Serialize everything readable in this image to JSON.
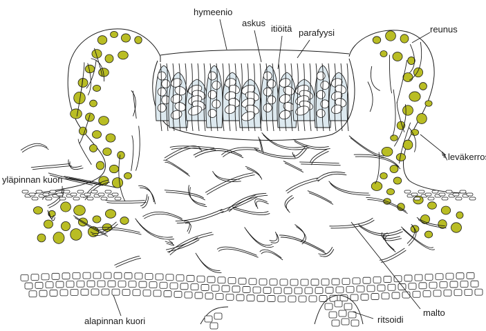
{
  "labels": {
    "hymeenio": "hymeenio",
    "askus": "askus",
    "itioita": "itiöitä",
    "parafyysi": "parafyysi",
    "reunus": "reunus",
    "levakerros": "leväkerros",
    "ylapinnan_kuori": "yläpinnan kuori",
    "alapinnan_kuori": "alapinnan kuori",
    "malto": "malto",
    "ritsoidi": "ritsoidi"
  },
  "colors": {
    "algae": "#b9bd24",
    "algae_stroke": "#1a1a1a",
    "ascus_fill": "#dde9ef",
    "line": "#1a1a1a",
    "background": "#ffffff"
  }
}
